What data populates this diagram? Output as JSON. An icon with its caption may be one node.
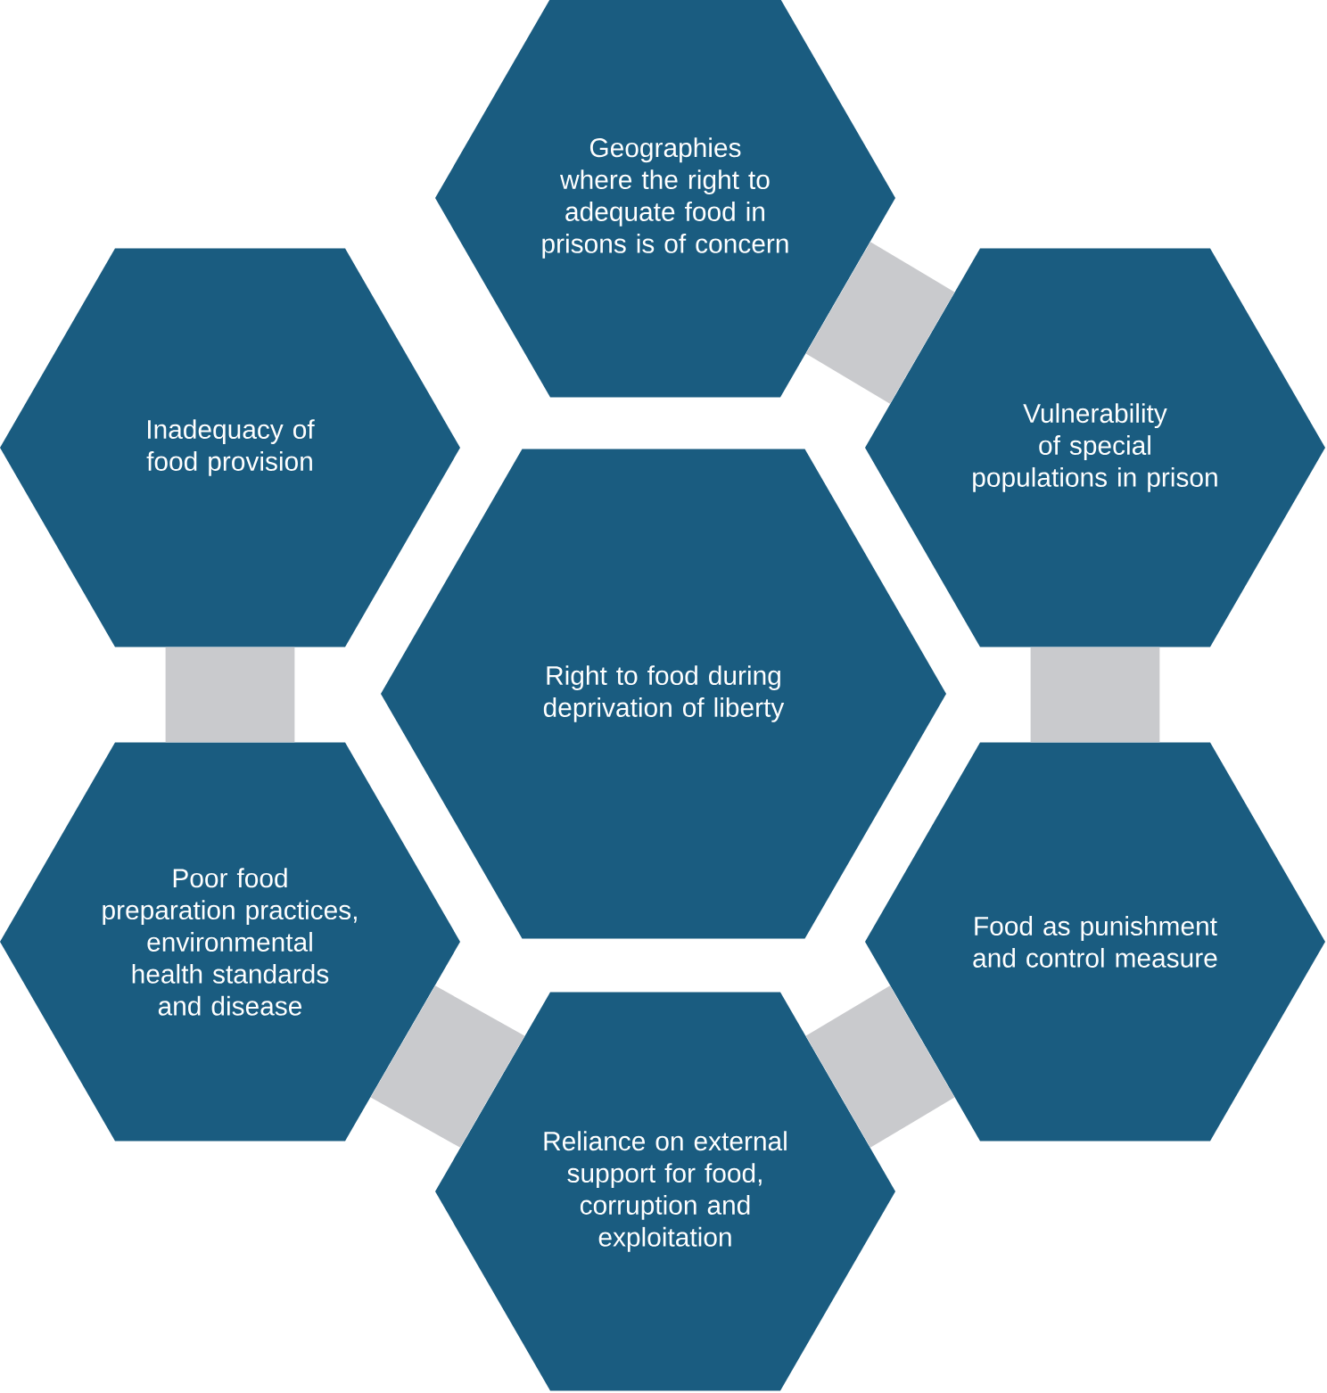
{
  "diagram": {
    "nodes": [
      {
        "text": [
          "Geographies where the right to adequate food in prisons is of concern"
        ]
      },
      {
        "text": [
          "Inadequacy of food provision"
        ]
      },
      {
        "text": [
          "Vulnerability of special populations in prison"
        ]
      },
      {
        "text": [
          "Right to food during deprivation of liberty"
        ]
      },
      {
        "text": [
          "Poor food preparation practices, environmental health standards and disease"
        ]
      },
      {
        "text": [
          "Food as punishment and control measure"
        ]
      },
      {
        "text": [
          "Reliance on external support for food, corruption and exploitation"
        ]
      }
    ],
    "edges": [
      {
        "from": 0,
        "to": 2,
        "arrow": "none"
      },
      {
        "from": 2,
        "to": 5,
        "arrow": "none"
      },
      {
        "from": 5,
        "to": 6,
        "arrow": "none"
      },
      {
        "from": 6,
        "to": 4,
        "arrow": "none"
      },
      {
        "from": 4,
        "to": 1,
        "arrow": "none"
      }
    ]
  }
}
